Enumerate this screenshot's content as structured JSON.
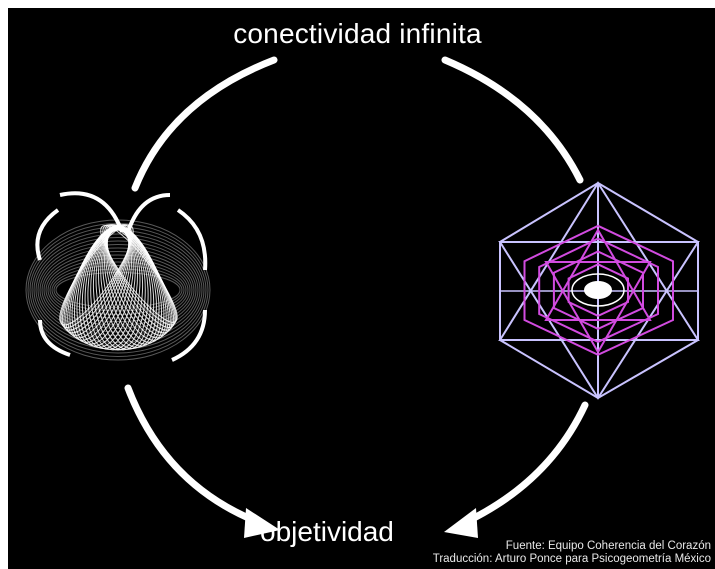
{
  "labels": {
    "top": "conectividad infinita",
    "bottom": "objetividad"
  },
  "credits": {
    "line1": "Fuente: Equipo Coherencia del Corazón",
    "line2": "Traducción: Arturo Ponce para Psicogeometría México"
  },
  "colors": {
    "background": "#000000",
    "arrows": "#ffffff",
    "torus": "#ffffff",
    "geometry_outer": "#c9c3ff",
    "geometry_inner": "#d24be0"
  },
  "icons": {
    "left": "torus-icon",
    "right": "sacred-geometry-icon"
  }
}
